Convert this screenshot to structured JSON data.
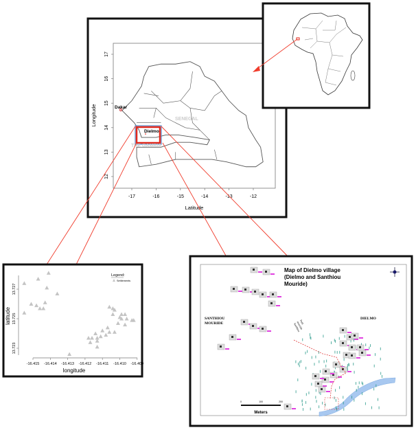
{
  "senegal_map": {
    "xlabel": "Latitude",
    "ylabel": "Longitude",
    "x_ticks": [
      "-17",
      "-16",
      "-15",
      "-14",
      "-13",
      "-12"
    ],
    "y_ticks": [
      "12",
      "13",
      "14",
      "15",
      "16",
      "17"
    ],
    "labels": {
      "dakar": "Dakar",
      "dielmo": "Dielmo",
      "senegal": "SENEGAL",
      "gambia": "THE GAMBIA"
    }
  },
  "chart_data": {
    "type": "scatter",
    "xlabel": "longitude",
    "ylabel": "latitude",
    "xlim": [
      -16.4157,
      -16.4088
    ],
    "ylim": [
      13.7222,
      13.7283
    ],
    "x_ticks": [
      "-16.415",
      "-16.414",
      "-16.413",
      "-16.412",
      "-16.411",
      "-16.410",
      "-16.409"
    ],
    "y_ticks": [
      "13.723",
      "13.725",
      "13.727"
    ],
    "legend": {
      "title": "Legend:",
      "entries": [
        "Settlements"
      ],
      "placement": "top-right"
    },
    "series": [
      {
        "name": "Settlements",
        "marker": "triangle",
        "color": "#c4c4c4",
        "points": [
          [
            -16.4155,
            13.7274
          ],
          [
            -16.4141,
            13.7281
          ],
          [
            -16.4147,
            13.7277
          ],
          [
            -16.4142,
            13.7271
          ],
          [
            -16.4136,
            13.7267
          ],
          [
            -16.4151,
            13.726
          ],
          [
            -16.4148,
            13.7259
          ],
          [
            -16.4146,
            13.7257
          ],
          [
            -16.4144,
            13.7257
          ],
          [
            -16.4143,
            13.7261
          ],
          [
            -16.4155,
            13.7254
          ],
          [
            -16.4129,
            13.7226
          ],
          [
            -16.4106,
            13.7258
          ],
          [
            -16.4104,
            13.7257
          ],
          [
            -16.4103,
            13.7256
          ],
          [
            -16.4104,
            13.7253
          ],
          [
            -16.4099,
            13.7253
          ],
          [
            -16.4097,
            13.7253
          ],
          [
            -16.41,
            13.7251
          ],
          [
            -16.4099,
            13.725
          ],
          [
            -16.4096,
            13.725
          ],
          [
            -16.4093,
            13.7249
          ],
          [
            -16.4092,
            13.7249
          ],
          [
            -16.4101,
            13.7247
          ],
          [
            -16.4097,
            13.7246
          ],
          [
            -16.4107,
            13.7244
          ],
          [
            -16.411,
            13.7242
          ],
          [
            -16.4106,
            13.7241
          ],
          [
            -16.4103,
            13.7241
          ],
          [
            -16.4114,
            13.724
          ],
          [
            -16.4111,
            13.7238
          ],
          [
            -16.4113,
            13.7237
          ],
          [
            -16.4118,
            13.7237
          ],
          [
            -16.4116,
            13.7237
          ],
          [
            -16.4117,
            13.7234
          ],
          [
            -16.4113,
            13.7235
          ],
          [
            -16.4113,
            13.7231
          ],
          [
            -16.4108,
            13.7239
          ]
        ]
      }
    ]
  },
  "dielmo_map": {
    "title_lines": [
      "Map of Dielmo village",
      "(Dielmo and Santhiou",
      "Mouride)"
    ],
    "labels": {
      "santhiou_1": "SANTHIOU",
      "santhiou_2": "MOURIDE",
      "dielmo": "DIELMO",
      "path_1": "Santhiou",
      "path_2": "mouride",
      "path_3": "Path"
    },
    "scale": {
      "ticks": [
        "0",
        "100",
        "200"
      ],
      "unit": "Meters"
    }
  },
  "colors": {
    "connector": "#f03c2c",
    "highlight": "#e0281c",
    "inset_blue": "#5a8fd0",
    "river": "#a8c8f0",
    "label_pink": "#e040e0",
    "tree": "#2a9a8a"
  }
}
